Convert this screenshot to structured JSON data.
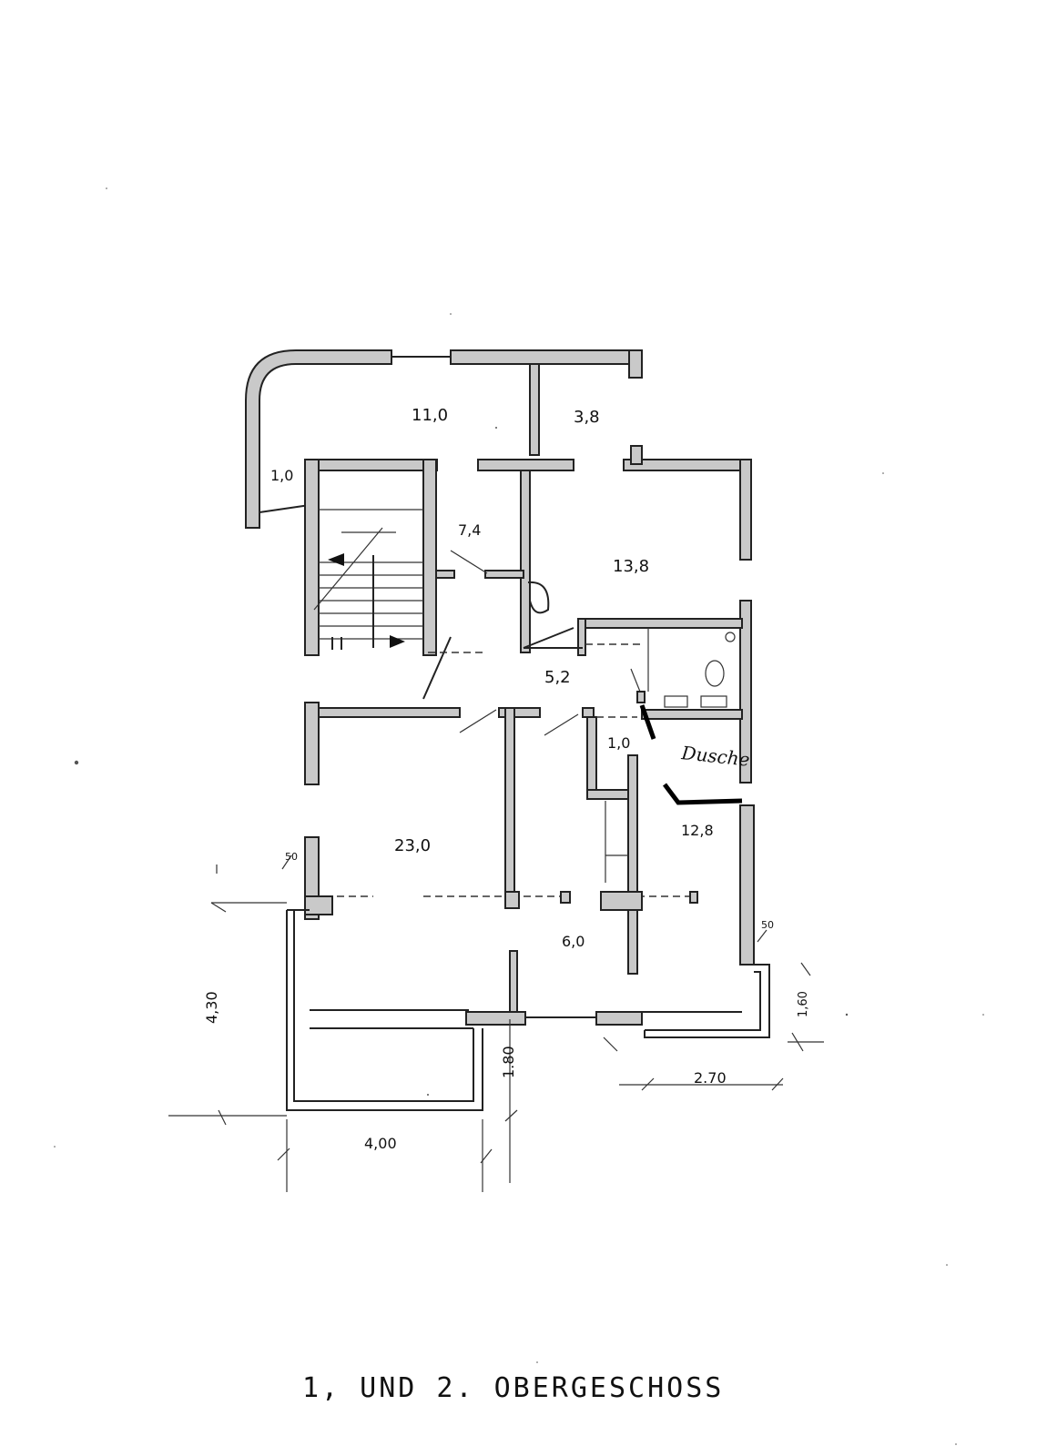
{
  "rooms": {
    "r_11_0": "11,0",
    "r_3_8": "3,8",
    "r_1_0_top": "1,0",
    "r_7_4": "7,4",
    "r_13_8": "13,8",
    "r_5_2": "5,2",
    "r_1_0_small": "1,0",
    "r_23_0": "23,0",
    "r_12_8": "12,8",
    "r_6_0": "6,0"
  },
  "annotations": {
    "dusche": "Dusche",
    "dim_4_30": "4,30",
    "dim_1_80": "1.80",
    "dim_2_70": "2.70",
    "dim_4_00": "4,00",
    "dim_1_60": "1,60",
    "dim_50_left": "50",
    "dim_50_right": "50"
  },
  "title": "1, UND 2. OBERGESCHOSS"
}
